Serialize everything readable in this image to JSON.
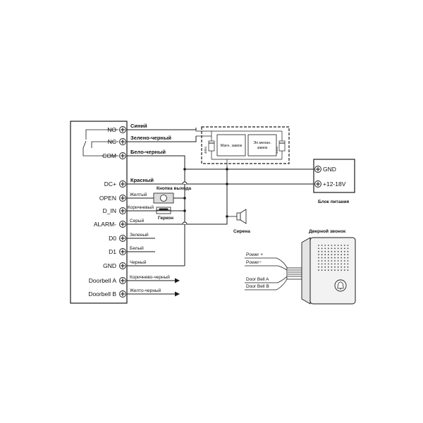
{
  "terminals": [
    {
      "label": "NO"
    },
    {
      "label": "NC"
    },
    {
      "label": "COM"
    },
    {
      "label": "DC+"
    },
    {
      "label": "OPEN"
    },
    {
      "label": "D_IN"
    },
    {
      "label": "ALARM-"
    },
    {
      "label": "D0"
    },
    {
      "label": "D1"
    },
    {
      "label": "GND"
    },
    {
      "label": "Doorbell A"
    },
    {
      "label": "Doorbell B"
    }
  ],
  "wires": {
    "no": "Синий",
    "nc": "Зелено-черный",
    "com": "Бело-черный",
    "dc": "Красный",
    "open": "Желтый",
    "exit_button": "Кнопка выхода",
    "din": "Коричневый",
    "reed": "Геркон",
    "alarm": "Серый",
    "d0": "Зеленый",
    "d1": "Белый",
    "gnd": "Черный",
    "doorbell_a": "Коричнево-черный",
    "doorbell_b": "Желто-черный"
  },
  "locks": {
    "magnetic": "Магн. замок",
    "electromech_1": "Эл.механ.",
    "electromech_2": "замок",
    "diode_1": "4004",
    "diode_2": "4004"
  },
  "power_supply": {
    "gnd": "GND",
    "vplus": "+12-18V",
    "caption": "Блок питания"
  },
  "siren": {
    "caption": "Сирена"
  },
  "doorbell": {
    "caption": "Дверной звонок",
    "power_plus": "Power +",
    "power_minus": "Power−",
    "bell_a": "Door Bell  A",
    "bell_b": "Door Bell  B"
  },
  "colors": {
    "line": "#1a1a1a",
    "button_fill": "#dcdcdc",
    "bell_fill": "#f2f2f2"
  }
}
